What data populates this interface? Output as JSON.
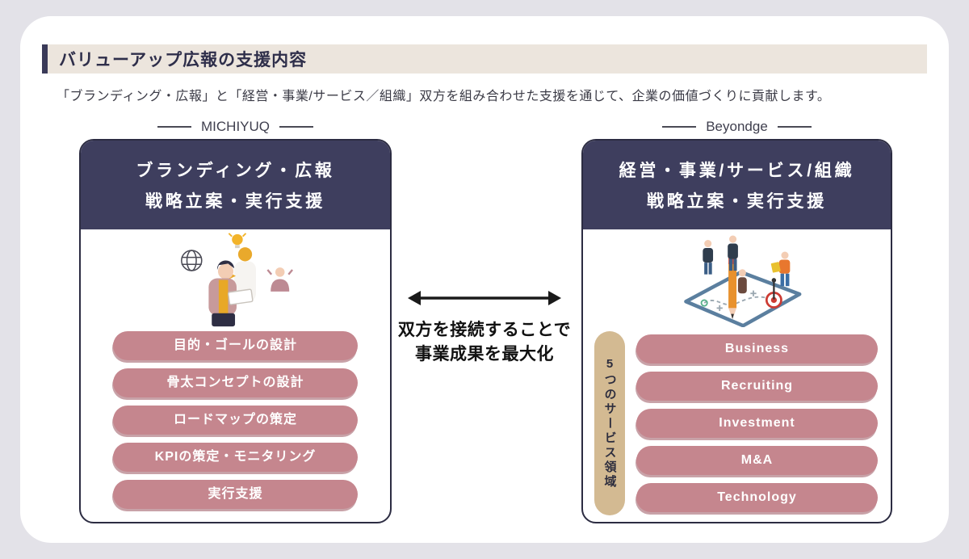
{
  "header": {
    "title": "バリューアップ広報の支援内容",
    "subtitle": "「ブランディング・広報」と「経営・事業/サービス／組織」双方を組み合わせた支援を通じて、企業の価値づくりに貢献します。"
  },
  "left_panel": {
    "brand": "MICHIYUQ",
    "header_line1": "ブランディング・広報",
    "header_line2": "戦略立案・実行支援",
    "items": [
      "目的・ゴールの設計",
      "骨太コンセプトの設計",
      "ロードマップの策定",
      "KPIの策定・モニタリング",
      "実行支援"
    ]
  },
  "center": {
    "line1": "双方を接続することで",
    "line2": "事業成果を最大化"
  },
  "right_panel": {
    "brand": "Beyondge",
    "header_line1": "経営・事業/サービス/組織",
    "header_line2": "戦略立案・実行支援",
    "side_label": "5つのサービス領域",
    "items": [
      "Business",
      "Recruiting",
      "Investment",
      "M&A",
      "Technology"
    ]
  },
  "icons": {
    "center_arrow": "double-headed-arrow",
    "left_illustration": "person-with-laptop-megaphone-globe-lightbulb",
    "right_illustration": "isometric-tablet-with-team-pencil-target"
  },
  "colors": {
    "background": "#e3e2e8",
    "surface": "#ffffff",
    "title_strip": "#ece5dd",
    "accent_navy": "#3e3e5e",
    "pill_rose": "#c5868e",
    "pill_text": "#ffffff",
    "side_label_tan": "#d3ba92",
    "arrow_black": "#1a1a1a"
  }
}
